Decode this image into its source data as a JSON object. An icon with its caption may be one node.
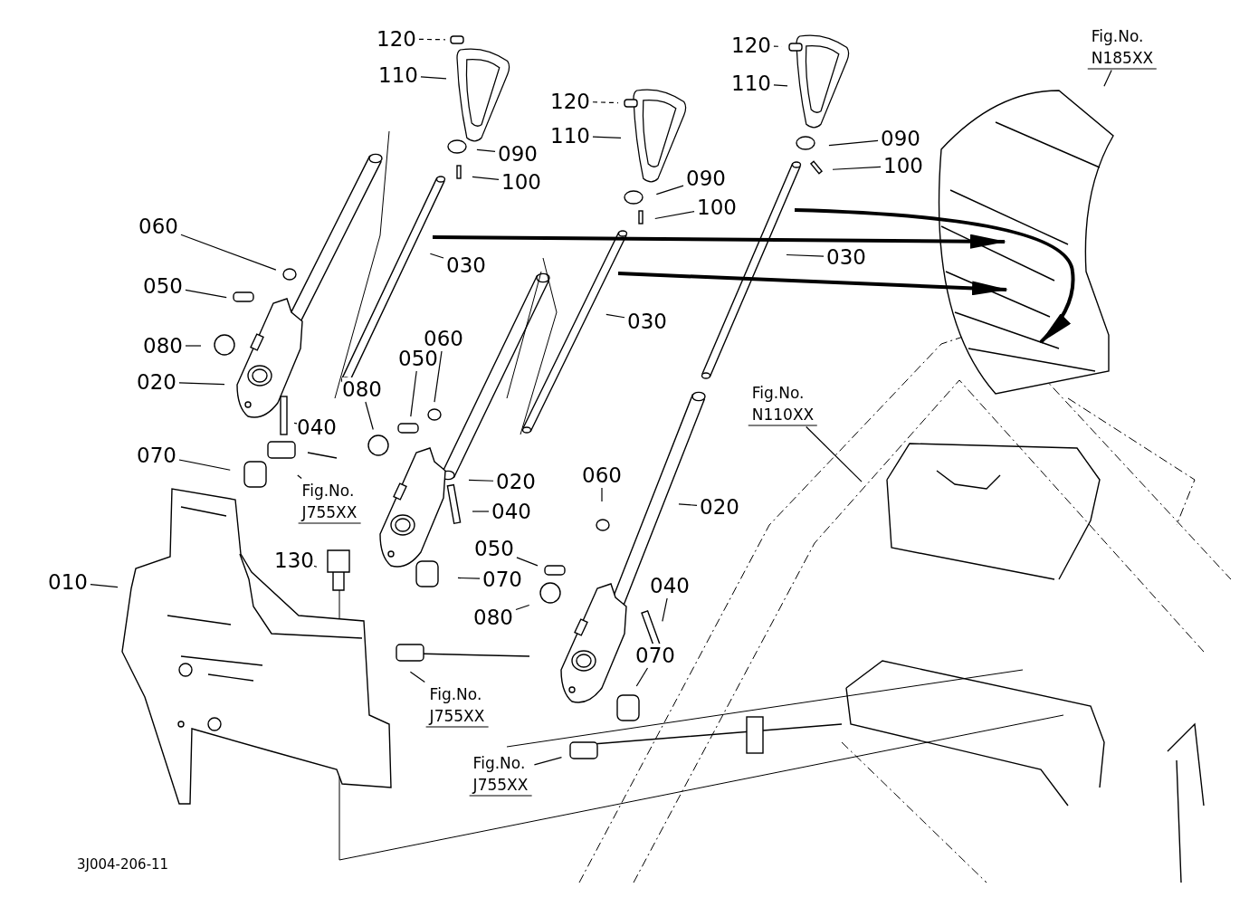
{
  "diagram": {
    "nodes": [
      {
        "text": [
          "120"
        ]
      },
      {
        "text": [
          "110"
        ]
      },
      {
        "text": [
          "120"
        ]
      },
      {
        "text": [
          "110"
        ]
      },
      {
        "text": [
          "120"
        ]
      },
      {
        "text": [
          "110"
        ]
      },
      {
        "text": [
          "090"
        ]
      },
      {
        "text": [
          "100"
        ]
      },
      {
        "text": [
          "090"
        ]
      },
      {
        "text": [
          "100"
        ]
      },
      {
        "text": [
          "090"
        ]
      },
      {
        "text": [
          "100"
        ]
      },
      {
        "text": [
          "030"
        ]
      },
      {
        "text": [
          "030"
        ]
      },
      {
        "text": [
          "030"
        ]
      },
      {
        "text": [
          "Fig.No.",
          "N185XX"
        ]
      },
      {
        "text": [
          "060"
        ]
      },
      {
        "text": [
          "050"
        ]
      },
      {
        "text": [
          "080"
        ]
      },
      {
        "text": [
          "020"
        ]
      },
      {
        "text": [
          "040"
        ]
      },
      {
        "text": [
          "060"
        ]
      },
      {
        "text": [
          "050"
        ]
      },
      {
        "text": [
          "080"
        ]
      },
      {
        "text": [
          "070"
        ]
      },
      {
        "text": [
          "Fig.No.",
          "J755XX"
        ]
      },
      {
        "text": [
          "020"
        ]
      },
      {
        "text": [
          "040"
        ]
      },
      {
        "text": [
          "010"
        ]
      },
      {
        "text": [
          "130"
        ]
      },
      {
        "text": [
          "070"
        ]
      },
      {
        "text": [
          "060"
        ]
      },
      {
        "text": [
          "050"
        ]
      },
      {
        "text": [
          "020"
        ]
      },
      {
        "text": [
          "080"
        ]
      },
      {
        "text": [
          "040"
        ]
      },
      {
        "text": [
          "070"
        ]
      },
      {
        "text": [
          "Fig.No.",
          "J755XX"
        ]
      },
      {
        "text": [
          "Fig.No.",
          "N110XX"
        ]
      },
      {
        "text": [
          "Fig.No.",
          "J755XX"
        ]
      }
    ],
    "edges": [
      {
        "from": 0,
        "to": null,
        "arrow": "none",
        "style": "dashed"
      },
      {
        "from": 1,
        "to": null,
        "arrow": "none"
      },
      {
        "from": 2,
        "to": null,
        "arrow": "none",
        "style": "dashed"
      },
      {
        "from": 3,
        "to": null,
        "arrow": "none"
      },
      {
        "from": 4,
        "to": null,
        "arrow": "none",
        "style": "dashed"
      },
      {
        "from": 5,
        "to": null,
        "arrow": "none"
      },
      {
        "from": 6,
        "to": null,
        "arrow": "none"
      },
      {
        "from": 7,
        "to": null,
        "arrow": "none"
      },
      {
        "from": 8,
        "to": null,
        "arrow": "none"
      },
      {
        "from": 9,
        "to": null,
        "arrow": "none"
      },
      {
        "from": 10,
        "to": null,
        "arrow": "none"
      },
      {
        "from": 11,
        "to": null,
        "arrow": "none"
      },
      {
        "from": 12,
        "to": null,
        "arrow": "none"
      },
      {
        "from": 13,
        "to": null,
        "arrow": "none"
      },
      {
        "from": 14,
        "to": null,
        "arrow": "none"
      },
      {
        "from": 15,
        "to": null,
        "arrow": "none"
      },
      {
        "from": 16,
        "to": null,
        "arrow": "none"
      },
      {
        "from": 17,
        "to": null,
        "arrow": "none"
      },
      {
        "from": 18,
        "to": null,
        "arrow": "none"
      },
      {
        "from": 19,
        "to": null,
        "arrow": "none"
      },
      {
        "from": 20,
        "to": null,
        "arrow": "none"
      },
      {
        "from": 21,
        "to": null,
        "arrow": "none"
      },
      {
        "from": 22,
        "to": null,
        "arrow": "none"
      },
      {
        "from": 23,
        "to": null,
        "arrow": "none"
      },
      {
        "from": 24,
        "to": null,
        "arrow": "none"
      },
      {
        "from": 25,
        "to": null,
        "arrow": "none"
      },
      {
        "from": 26,
        "to": null,
        "arrow": "none"
      },
      {
        "from": 27,
        "to": null,
        "arrow": "none"
      },
      {
        "from": 28,
        "to": null,
        "arrow": "none"
      },
      {
        "from": 29,
        "to": null,
        "arrow": "none"
      },
      {
        "from": 30,
        "to": null,
        "arrow": "none"
      },
      {
        "from": 31,
        "to": null,
        "arrow": "none"
      },
      {
        "from": 32,
        "to": null,
        "arrow": "none"
      },
      {
        "from": 33,
        "to": null,
        "arrow": "none"
      },
      {
        "from": 34,
        "to": null,
        "arrow": "none"
      },
      {
        "from": 35,
        "to": null,
        "arrow": "none"
      },
      {
        "from": 36,
        "to": null,
        "arrow": "none"
      },
      {
        "from": 37,
        "to": null,
        "arrow": "none"
      },
      {
        "from": 38,
        "to": null,
        "arrow": "none"
      },
      {
        "from": 39,
        "to": null,
        "arrow": "none"
      }
    ],
    "labels": [
      "3J004-206-11"
    ]
  }
}
